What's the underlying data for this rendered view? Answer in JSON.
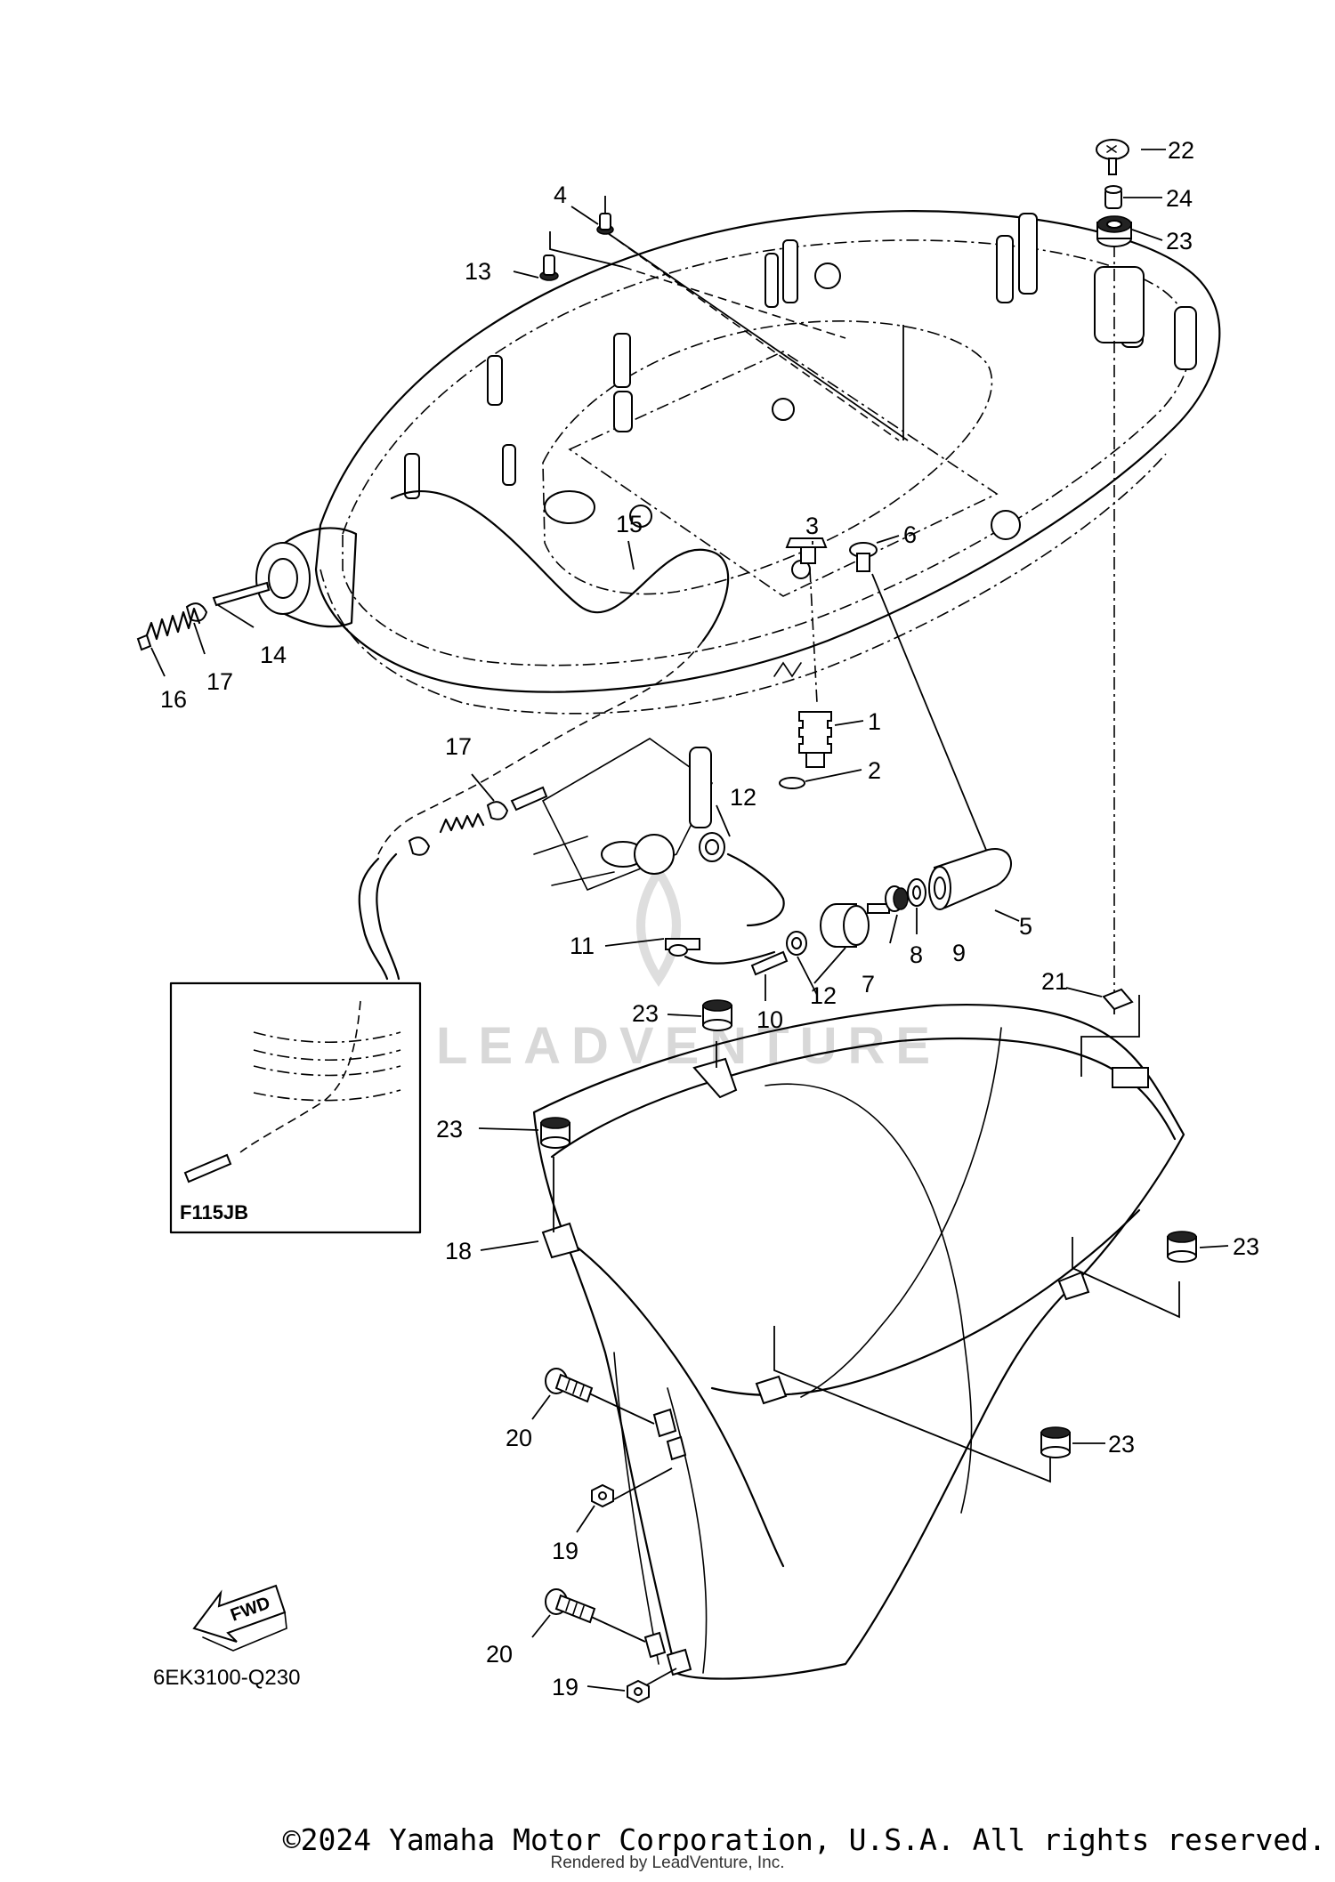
{
  "diagram": {
    "code": "6EK3100-Q230",
    "inset_label": "F115JB",
    "fwd_label": "FWD",
    "watermark": "LEADVENTURE",
    "copyright": "©2024 Yamaha Motor Corporation, U.S.A. All rights reserved.",
    "rendered_by": "Rendered by LeadVenture, Inc."
  },
  "callouts": {
    "c1": "1",
    "c2": "2",
    "c3": "3",
    "c4": "4",
    "c5": "5",
    "c6": "6",
    "c7": "7",
    "c8": "8",
    "c9": "9",
    "c10": "10",
    "c11": "11",
    "c12a": "12",
    "c12b": "12",
    "c13": "13",
    "c14": "14",
    "c15": "15",
    "c16": "16",
    "c17a": "17",
    "c17b": "17",
    "c18": "18",
    "c19a": "19",
    "c19b": "19",
    "c20a": "20",
    "c20b": "20",
    "c21": "21",
    "c22": "22",
    "c23a": "23",
    "c23b": "23",
    "c23c": "23",
    "c23d": "23",
    "c23e": "23",
    "c24": "24"
  }
}
